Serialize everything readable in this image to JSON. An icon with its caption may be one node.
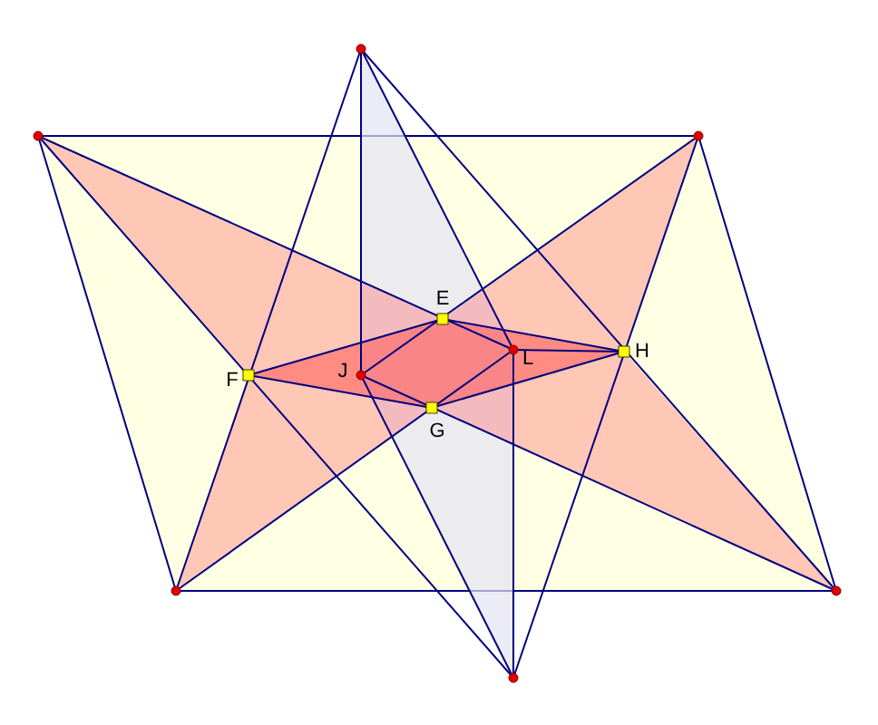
{
  "diagram": {
    "labels": [
      "E",
      "L",
      "H",
      "F",
      "J",
      "G"
    ]
  }
}
